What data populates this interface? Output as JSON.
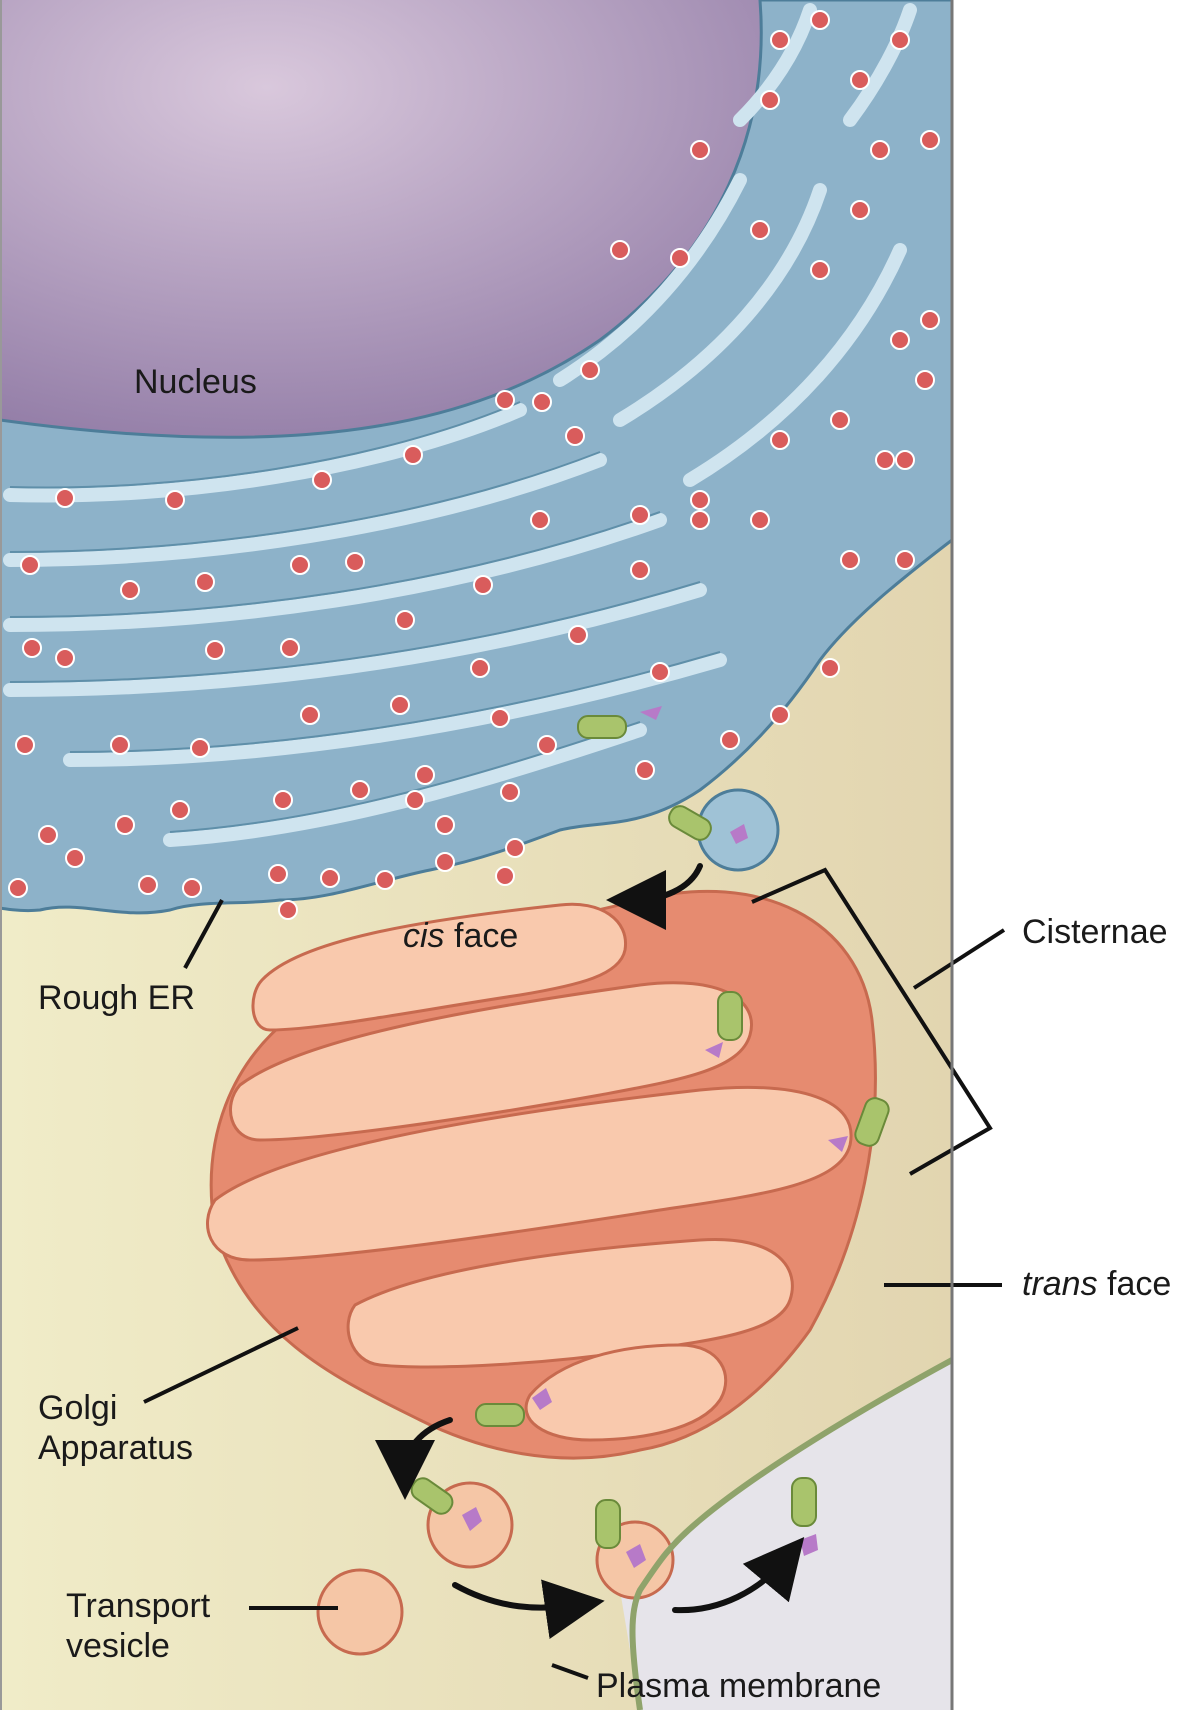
{
  "labels": {
    "nucleus": "Nucleus",
    "rough_er": "Rough ER",
    "cis_italic": "cis",
    "cis_rest": " face",
    "cisternae": "Cisternae",
    "trans_italic": "trans",
    "trans_rest": " face",
    "golgi_line1": "Golgi",
    "golgi_line2": "Apparatus",
    "transport_line1": "Transport",
    "transport_line2": "vesicle",
    "plasma_membrane": "Plasma membrane"
  },
  "colors": {
    "nucleus": "#ad98bc",
    "rough_er": "#8fb4cc",
    "ribosome": "#d95c5c",
    "golgi": "#ef9e80",
    "cytoplasm": "#ece5c0",
    "extracellular": "#e4e2e8",
    "protein": "#a9c46c",
    "glycan": "#b77ac8"
  }
}
